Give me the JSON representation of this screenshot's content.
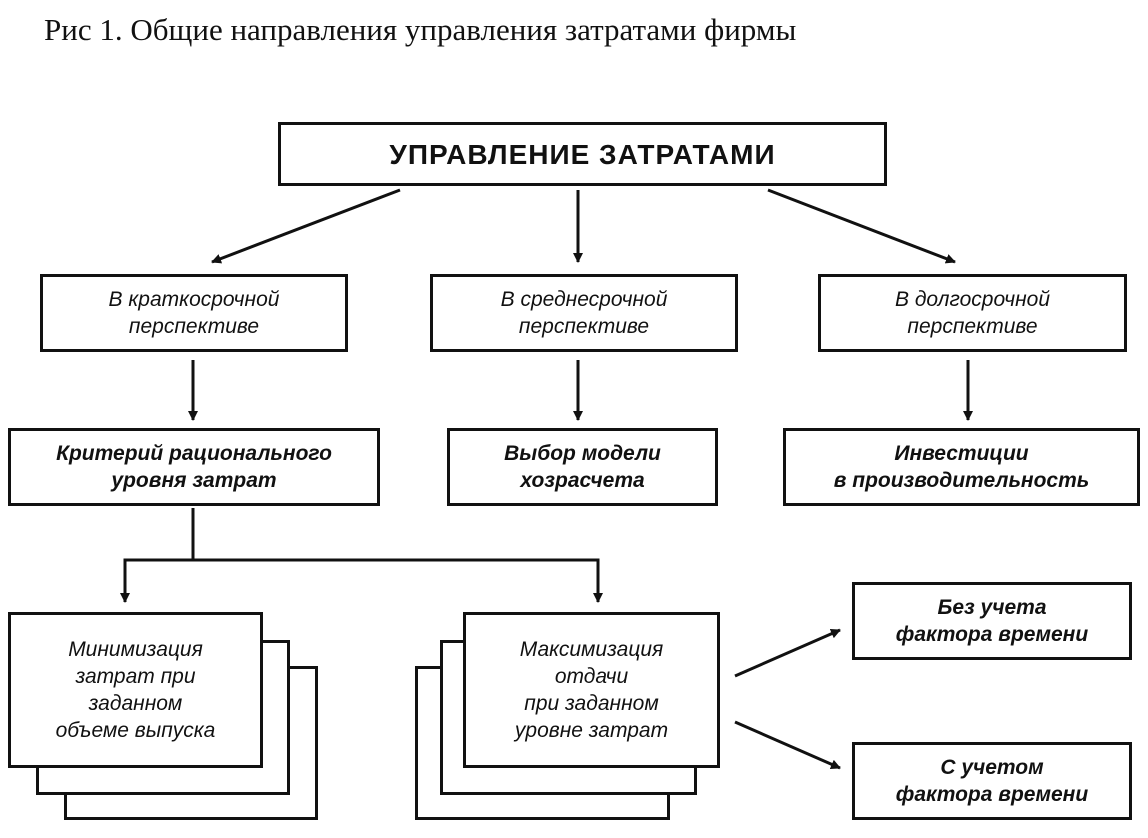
{
  "caption": "Рис 1. Общие направления управления затратами фирмы",
  "root": "УПРАВЛЕНИЕ ЗАТРАТАМИ",
  "horizons": [
    "В краткосрочной\nперспективе",
    "В среднесрочной\nперспективе",
    "В долгосрочной\nперспективе"
  ],
  "methods": [
    "Критерий рационального\nуровня затрат",
    "Выбор модели\nхозрасчета",
    "Инвестиции\nв производительность"
  ],
  "criteria": [
    "Минимизация\nзатрат при\nзаданном\nобъеме выпуска",
    "Максимизация\nотдачи\nпри заданном\nуровне затрат"
  ],
  "time_factor": [
    "Без учета\nфактора времени",
    "С учетом\nфактора времени"
  ]
}
